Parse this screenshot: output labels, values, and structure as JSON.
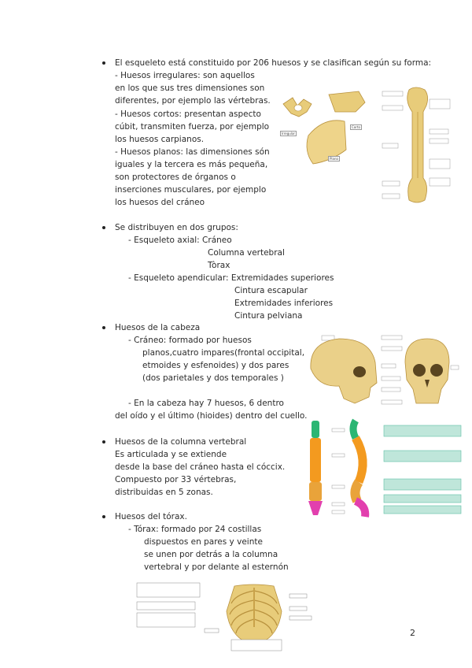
{
  "page_number": "2",
  "section1": {
    "bullet": "El esqueleto está constituido por 206 huesos y se clasifican según su forma:",
    "lines": [
      "- Huesos irregulares: son aquellos",
      "en los que sus tres dimensiones son",
      "diferentes, por ejemplo las vértebras.",
      "- Huesos cortos: presentan aspecto",
      "cúbit, transmiten fuerza, por ejemplo",
      "los huesos carpianos.",
      "- Huesos planos: las dimensiones són",
      "iguales y la tercera es más pequeña,",
      "son protectores de órganos o",
      "inserciones musculares, por ejemplo",
      "los huesos del cráneo"
    ],
    "fig_labels": {
      "irregular": "Irregular",
      "corto": "Corto",
      "plano": "Plano"
    }
  },
  "section2": {
    "bullet": "Se distribuyen en dos grupos:",
    "axial_label": "-     Esqueleto axial: Cráneo",
    "axial_items": [
      "Columna vertebral",
      "Tòrax"
    ],
    "apendicular_label": "-     Esqueleto apendicular: Extremidades superiores",
    "apendicular_items": [
      "Cintura escapular",
      "Extremidades inferiores",
      "Cintura pelviana"
    ]
  },
  "section3": {
    "bullet": "Huesos de la cabeza",
    "lines": [
      "-     Cráneo: formado por huesos",
      "planos,cuatro impares(frontal occipital,",
      "etmoides y esfenoides)  y dos pares",
      "(dos parietales y dos temporales )"
    ],
    "extra1": "-     En la cabeza hay 7 huesos, 6 dentro",
    "extra2": "del oído y el último (hioides) dentro del cuello."
  },
  "section4": {
    "bullet": "Huesos de la columna vertebral",
    "lines": [
      "Es articulada y se extiende",
      "desde la base del cráneo hasta el cóccix.",
      "Compuesto por 33 vértebras,",
      "distribuidas en 5 zonas."
    ]
  },
  "section5": {
    "bullet": "Huesos del tórax.",
    "lines": [
      "-     Tórax: formado por 24 costillas",
      "dispuestos en pares y veinte",
      "se unen por detrás a la columna",
      "vertebral y por delante al esternón"
    ]
  },
  "colors": {
    "bone": "#e8cc7a",
    "bone_dark": "#c9a24a",
    "cervical": "#2bb673",
    "thoracic": "#f39a1f",
    "lumbar": "#e9a33a",
    "sacrum": "#e23fae",
    "box": "#5fbfa6"
  }
}
